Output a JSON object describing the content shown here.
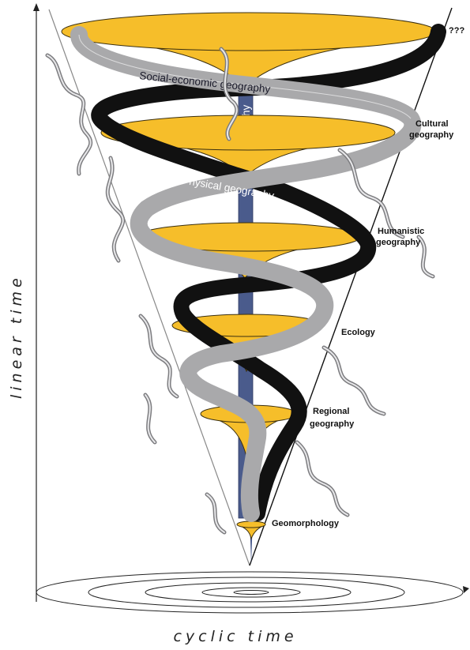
{
  "axes": {
    "vertical_label": "linear time",
    "horizontal_label": "cyclic time"
  },
  "bands": {
    "social_economic": "Social-economic geography",
    "physical": "Physical geography",
    "partial_word": "aphy"
  },
  "labels": {
    "top": "???",
    "cultural_line1": "Cultural",
    "cultural_line2": "geography",
    "humanistic_line1": "Humanistic",
    "humanistic_line2": "geography",
    "ecology": "Ecology",
    "regional_line1": "Regional",
    "regional_line2": "geography",
    "geomorphology": "Geomorphology"
  },
  "colors": {
    "funnel_fill": "#f6be2a",
    "funnel_stroke": "#3a2f10",
    "gray_ribbon": "#a9a9ab",
    "black_ribbon": "#111111",
    "central_column": "#4a5b8c",
    "axis": "#222222"
  }
}
